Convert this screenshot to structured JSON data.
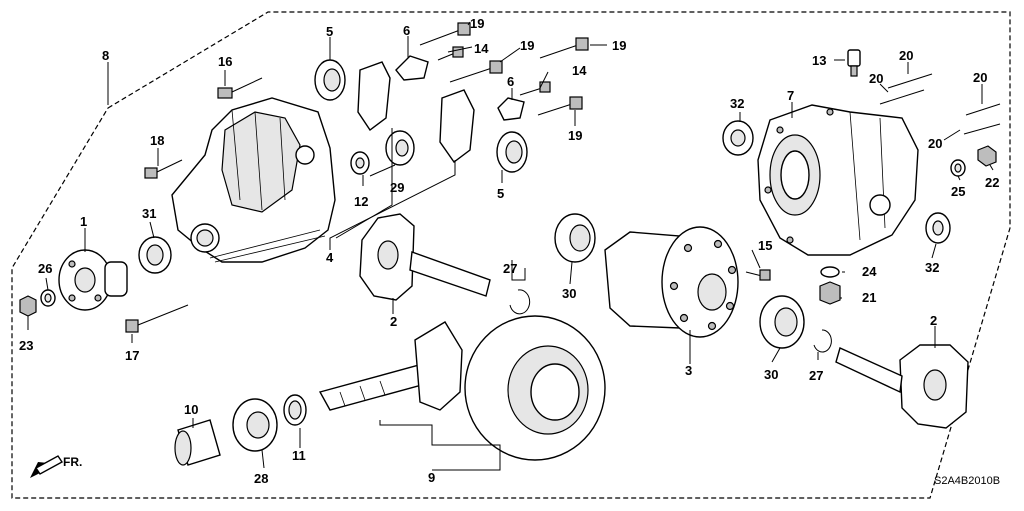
{
  "diagram": {
    "ref_code": "S2A4B2010B",
    "direction_label": "FR.",
    "callouts": [
      {
        "id": "c1",
        "label": "1"
      },
      {
        "id": "c2a",
        "label": "2"
      },
      {
        "id": "c2b",
        "label": "2"
      },
      {
        "id": "c3",
        "label": "3"
      },
      {
        "id": "c4",
        "label": "4"
      },
      {
        "id": "c5a",
        "label": "5"
      },
      {
        "id": "c5b",
        "label": "5"
      },
      {
        "id": "c6a",
        "label": "6"
      },
      {
        "id": "c6b",
        "label": "6"
      },
      {
        "id": "c7",
        "label": "7"
      },
      {
        "id": "c8",
        "label": "8"
      },
      {
        "id": "c9",
        "label": "9"
      },
      {
        "id": "c10",
        "label": "10"
      },
      {
        "id": "c11",
        "label": "11"
      },
      {
        "id": "c12",
        "label": "12"
      },
      {
        "id": "c13",
        "label": "13"
      },
      {
        "id": "c14a",
        "label": "14"
      },
      {
        "id": "c14b",
        "label": "14"
      },
      {
        "id": "c15",
        "label": "15"
      },
      {
        "id": "c16",
        "label": "16"
      },
      {
        "id": "c17",
        "label": "17"
      },
      {
        "id": "c18",
        "label": "18"
      },
      {
        "id": "c19a",
        "label": "19"
      },
      {
        "id": "c19b",
        "label": "19"
      },
      {
        "id": "c19c",
        "label": "19"
      },
      {
        "id": "c19d",
        "label": "19"
      },
      {
        "id": "c20a",
        "label": "20"
      },
      {
        "id": "c20b",
        "label": "20"
      },
      {
        "id": "c20c",
        "label": "20"
      },
      {
        "id": "c20d",
        "label": "20"
      },
      {
        "id": "c21",
        "label": "21"
      },
      {
        "id": "c22",
        "label": "22"
      },
      {
        "id": "c23",
        "label": "23"
      },
      {
        "id": "c24",
        "label": "24"
      },
      {
        "id": "c25",
        "label": "25"
      },
      {
        "id": "c26",
        "label": "26"
      },
      {
        "id": "c27a",
        "label": "27"
      },
      {
        "id": "c27b",
        "label": "27"
      },
      {
        "id": "c28",
        "label": "28"
      },
      {
        "id": "c29",
        "label": "29"
      },
      {
        "id": "c30a",
        "label": "30"
      },
      {
        "id": "c30b",
        "label": "30"
      },
      {
        "id": "c31",
        "label": "31"
      },
      {
        "id": "c32a",
        "label": "32"
      },
      {
        "id": "c32b",
        "label": "32"
      }
    ]
  }
}
